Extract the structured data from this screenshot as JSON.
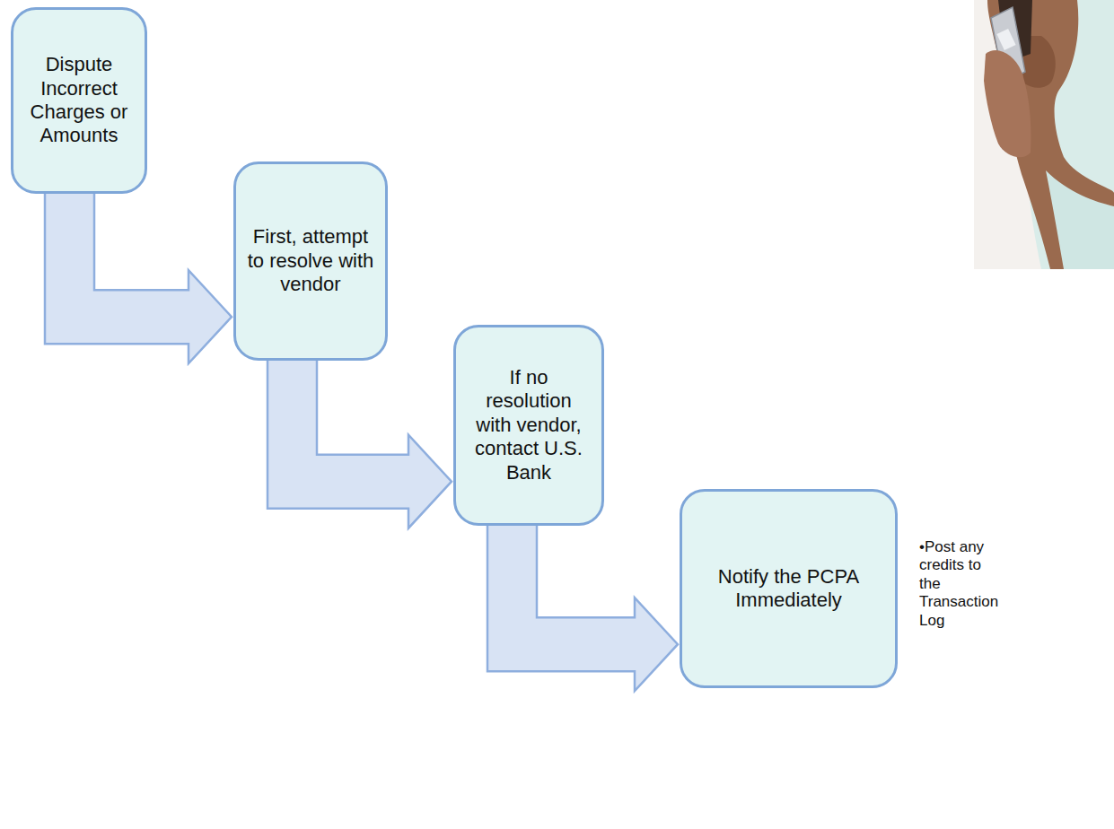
{
  "diagram": {
    "nodes": [
      {
        "text": [
          "Dispute Incorrect Charges or Amounts"
        ]
      },
      {
        "text": [
          "First, attempt to resolve with vendor"
        ]
      },
      {
        "text": [
          "If no resolution with vendor, contact U.S. Bank"
        ]
      },
      {
        "text": [
          "Notify the PCPA Immediately"
        ]
      }
    ],
    "edges": [
      {
        "from": 0,
        "to": 1,
        "arrow": "to"
      },
      {
        "from": 1,
        "to": 2,
        "arrow": "to"
      },
      {
        "from": 2,
        "to": 3,
        "arrow": "to"
      }
    ],
    "labels": [
      "•Post any credits to the Transaction Log"
    ]
  }
}
